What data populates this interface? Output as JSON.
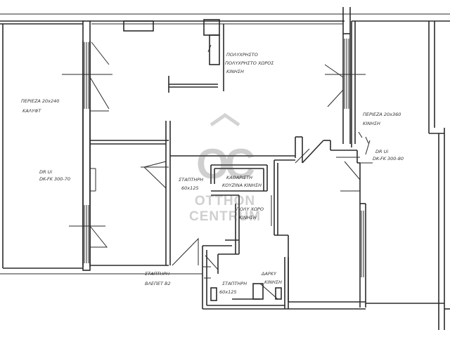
{
  "plan": {
    "labels": {
      "left_window": "ΠΕΡΙΕΖΑ 20x240",
      "left_window_sub": "ΚΑΛΥΦΤ",
      "left_door": "DR Ui",
      "left_door_sub": "DK-FK 300-70",
      "top_room": "ΠΟΛΥΧΡΗΣΤΟ",
      "top_room_sub": "ΠΟΛΥΧΡΗΣΤΟ ΧΩΡΟΣ",
      "top_room_sub2": "ΚΙΝΗΣΗ",
      "right_window": "ΠΕΡΙΕΖΑ 20x360",
      "right_window_sub": "ΚΙΝΗΣΗ",
      "right_door": "DR Ui",
      "right_door_sub": "DK-FK 300-80",
      "closet": "ΣΤΑΠΤΗΡΗ",
      "closet_size": "60x125",
      "bathroom_top": "ΚΑΘΑΡΙΣΤΗ",
      "bathroom_top_sub": "ΚΟΥΖΙΝΑ ΚΙΝΗΣΗ",
      "kitchen": "ΠΟΛΥ ΧΩΡΟ",
      "kitchen_sub": "ΚΙΝΗΣΗ",
      "storage": "ΣΤΑΠΤΗΡΗ",
      "storage_sub": "ΒΛΕΠΕΤ Β2",
      "closet_bottom": "ΣΤΑΠΤΗΡΗ",
      "closet_bottom_size": "60x125",
      "bath_right": "ΔΑΡΚΥ",
      "bath_right_sub": "ΚΙΝΗΣΗ"
    },
    "watermark": {
      "logo": "OC",
      "line1": "OTTHON",
      "line2": "CENTRUM"
    }
  }
}
